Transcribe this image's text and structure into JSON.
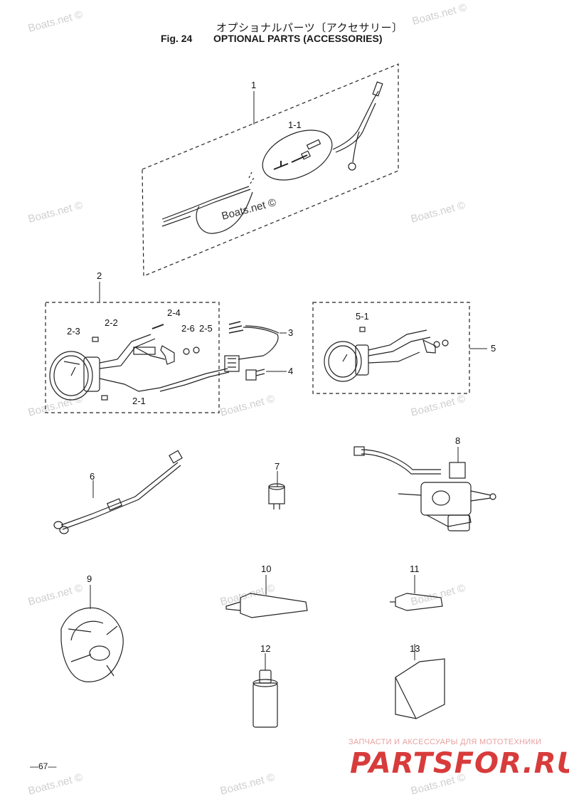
{
  "header": {
    "title_jp": "オプショナルパーツ〔アクセサリー〕",
    "fig_number": "Fig. 24",
    "title_en": "OPTIONAL PARTS (ACCESSORIES)"
  },
  "callouts": {
    "p1": "1",
    "p1_1": "1-1",
    "p2": "2",
    "p2_1": "2-1",
    "p2_2": "2-2",
    "p2_3": "2-3",
    "p2_4": "2-4",
    "p2_5": "2-5",
    "p2_6": "2-6",
    "p3": "3",
    "p4": "4",
    "p5": "5",
    "p5_1": "5-1",
    "p6": "6",
    "p7": "7",
    "p8": "8",
    "p9": "9",
    "p10": "10",
    "p11": "11",
    "p12": "12",
    "p13": "13"
  },
  "watermark": "Boats.net ©",
  "footer": {
    "page_number": "—67—",
    "brand_tagline": "ЗАПЧАСТИ И АКСЕССУАРЫ ДЛЯ МОТОТЕХНИКИ",
    "brand_logo": "PARTSFOR.RU"
  }
}
